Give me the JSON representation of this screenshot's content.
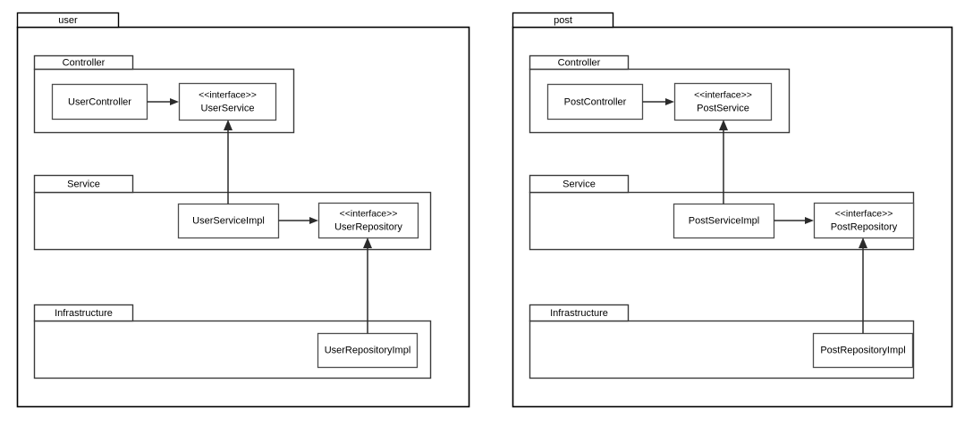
{
  "diagram": {
    "type": "uml-package-diagram",
    "background_color": "#ffffff",
    "line_color": "#000000",
    "packages": [
      {
        "id": "user",
        "name": "user",
        "tab_label": "user",
        "subpackages": [
          {
            "id": "user-controller",
            "name": "Controller",
            "elements": [
              {
                "id": "UserController",
                "kind": "class",
                "name": "UserController"
              },
              {
                "id": "UserService",
                "kind": "interface",
                "stereotype": "<<interface>>",
                "name": "UserService"
              }
            ]
          },
          {
            "id": "user-service",
            "name": "Service",
            "elements": [
              {
                "id": "UserServiceImpl",
                "kind": "class",
                "name": "UserServiceImpl"
              },
              {
                "id": "UserRepository",
                "kind": "interface",
                "stereotype": "<<interface>>",
                "name": "UserRepository"
              }
            ]
          },
          {
            "id": "user-infrastructure",
            "name": "Infrastructure",
            "elements": [
              {
                "id": "UserRepositoryImpl",
                "kind": "class",
                "name": "UserRepositoryImpl"
              }
            ]
          }
        ],
        "relationships": [
          {
            "from": "UserController",
            "to": "UserService",
            "type": "dependency"
          },
          {
            "from": "UserServiceImpl",
            "to": "UserService",
            "type": "realization"
          },
          {
            "from": "UserServiceImpl",
            "to": "UserRepository",
            "type": "dependency"
          },
          {
            "from": "UserRepositoryImpl",
            "to": "UserRepository",
            "type": "realization"
          }
        ]
      },
      {
        "id": "post",
        "name": "post",
        "tab_label": "post",
        "subpackages": [
          {
            "id": "post-controller",
            "name": "Controller",
            "elements": [
              {
                "id": "PostController",
                "kind": "class",
                "name": "PostController"
              },
              {
                "id": "PostService",
                "kind": "interface",
                "stereotype": "<<interface>>",
                "name": "PostService"
              }
            ]
          },
          {
            "id": "post-service",
            "name": "Service",
            "elements": [
              {
                "id": "PostServiceImpl",
                "kind": "class",
                "name": "PostServiceImpl"
              },
              {
                "id": "PostRepository",
                "kind": "interface",
                "stereotype": "<<interface>>",
                "name": "PostRepository"
              }
            ]
          },
          {
            "id": "post-infrastructure",
            "name": "Infrastructure",
            "elements": [
              {
                "id": "PostRepositoryImpl",
                "kind": "class",
                "name": "PostRepositoryImpl"
              }
            ]
          }
        ],
        "relationships": [
          {
            "from": "PostController",
            "to": "PostService",
            "type": "dependency"
          },
          {
            "from": "PostServiceImpl",
            "to": "PostService",
            "type": "realization"
          },
          {
            "from": "PostServiceImpl",
            "to": "PostRepository",
            "type": "dependency"
          },
          {
            "from": "PostRepositoryImpl",
            "to": "PostRepository",
            "type": "realization"
          }
        ]
      }
    ]
  }
}
